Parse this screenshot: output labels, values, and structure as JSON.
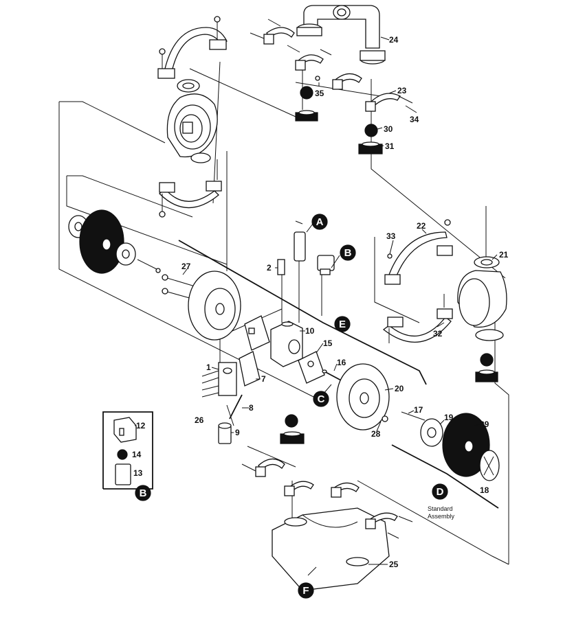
{
  "diagram": {
    "part_numbers": {
      "n1": "1",
      "n2": "2",
      "n7": "7",
      "n8": "8",
      "n9": "9",
      "n10": "10",
      "n12": "12",
      "n13": "13",
      "n14": "14",
      "n15": "15",
      "n16": "16",
      "n17": "17",
      "n18": "18",
      "n19": "19",
      "n20": "20",
      "n21": "21",
      "n22": "22",
      "n23": "23",
      "n24": "24",
      "n25": "25",
      "n26": "26",
      "n27": "27",
      "n28": "28",
      "n29": "29",
      "n30": "30",
      "n31": "31",
      "n32": "32",
      "n33": "33",
      "n34": "34",
      "n35": "35"
    },
    "callouts": {
      "a": "A",
      "b_top": "B",
      "b_inset": "B",
      "c": "C",
      "d": "D",
      "e": "E",
      "f": "F"
    },
    "caption": {
      "line1": "Standard",
      "line2": "Assembly"
    },
    "colors": {
      "ink": "#111111",
      "paper": "#ffffff"
    }
  }
}
